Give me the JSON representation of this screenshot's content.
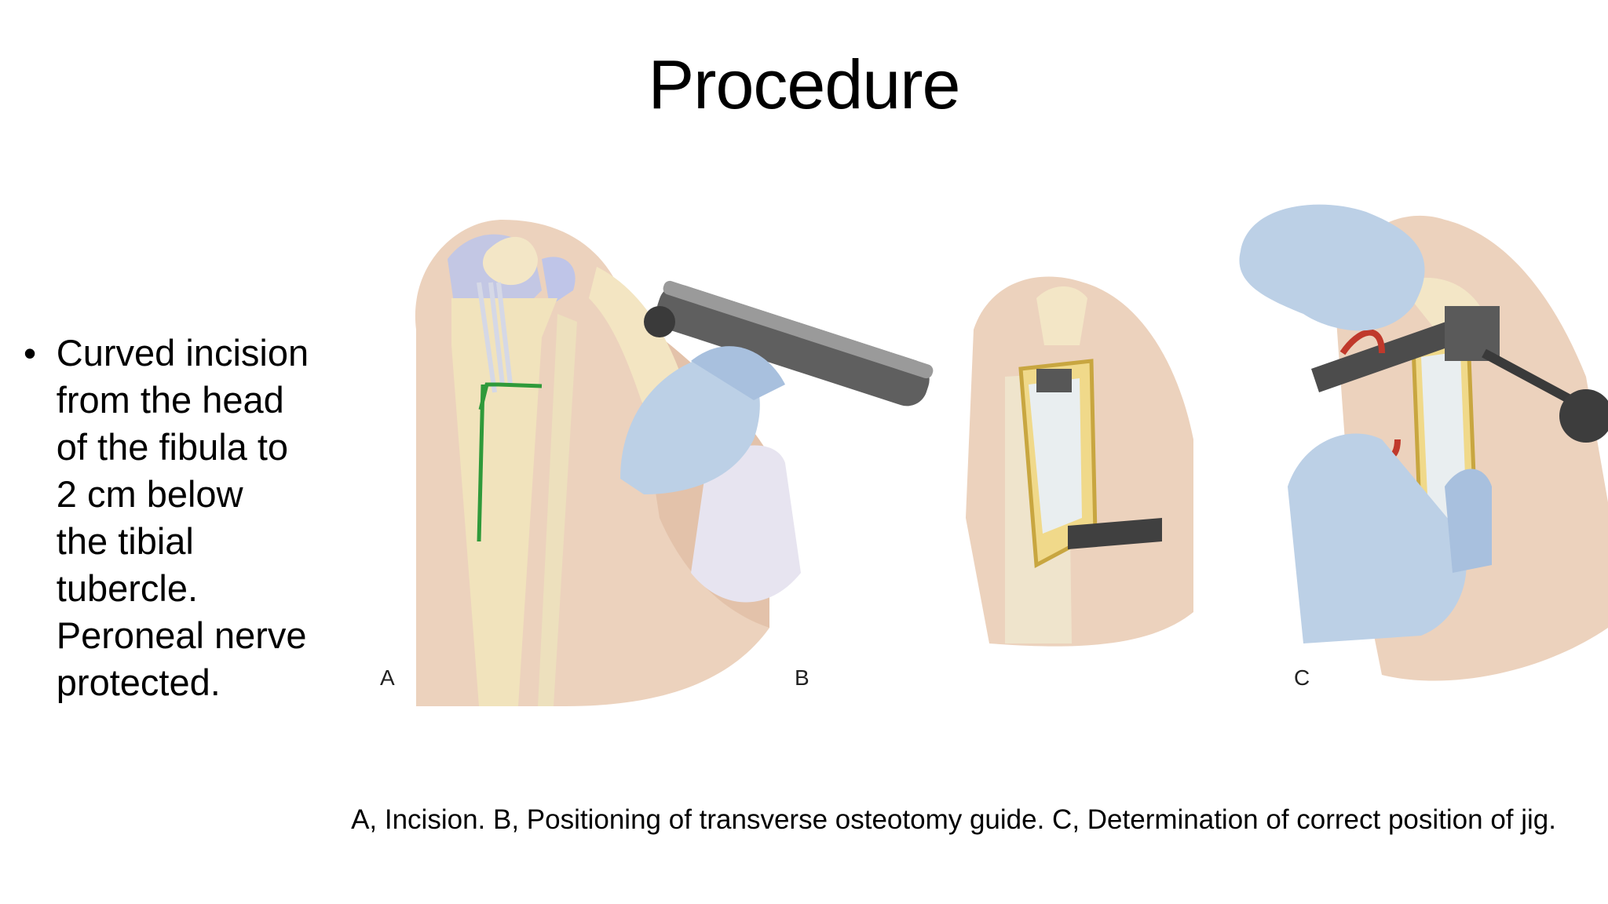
{
  "title": "Procedure",
  "bullet": {
    "text": "Curved incision\nfrom the head\nof the fibula to\n2 cm below\nthe tibial\ntubercle.\nPeroneal nerve\nprotected."
  },
  "figure": {
    "panels": [
      {
        "label": "A",
        "depicts": "knee-incision-illustration"
      },
      {
        "label": "B",
        "depicts": "osteotomy-guide-illustration"
      },
      {
        "label": "C",
        "depicts": "jig-position-illustration"
      }
    ]
  },
  "caption": "A, Incision. B, Positioning of transverse osteotomy guide. C, Determination of correct position of jig."
}
